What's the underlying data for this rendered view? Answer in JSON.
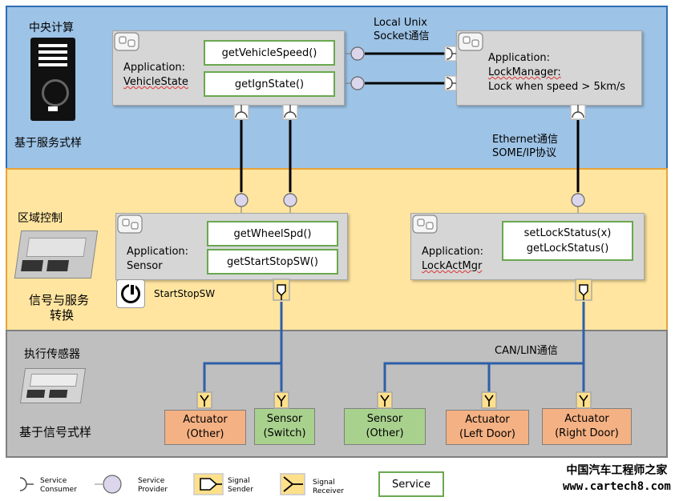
{
  "layers": {
    "central": {
      "title": "中央计算",
      "subtitle": "基于服务式样",
      "color": "#9dc3e6"
    },
    "zone": {
      "title": "区域控制",
      "subtitle_line1": "信号与服务",
      "subtitle_line2": "转换",
      "color": "#ffe5a0"
    },
    "actuator": {
      "title": "执行传感器",
      "subtitle": "基于信号式样",
      "color": "#bfbfbf"
    }
  },
  "apps": {
    "vehicle_state": {
      "line1": "Application:",
      "line2": "VehicleState",
      "services": [
        "getVehicleSpeed()",
        "getIgnState()"
      ]
    },
    "lock_manager": {
      "line1": "Application:",
      "line2": "LockManager:",
      "line3": "Lock when speed > 5km/s"
    },
    "sensor": {
      "line1": "Application:",
      "line2": "Sensor",
      "services": [
        "getWheelSpd()",
        "getStartStopSW()"
      ]
    },
    "lock_act_mgr": {
      "line1": "Application:",
      "line2": "LockActMgr",
      "services": [
        "setLockStatus(x)",
        "getLockStatus()"
      ]
    }
  },
  "labels": {
    "local_socket_line1": "Local Unix",
    "local_socket_line2": "Socket通信",
    "ethernet_line1": "Ethernet通信",
    "ethernet_line2": "SOME/IP协议",
    "can_lin": "CAN/LIN通信",
    "start_stop_sw": "StartStopSW"
  },
  "nodes": [
    {
      "line1": "Actuator",
      "line2": "(Other)",
      "kind": "actuator"
    },
    {
      "line1": "Sensor",
      "line2": "(Switch)",
      "kind": "sensor"
    },
    {
      "line1": "Sensor",
      "line2": "(Other)",
      "kind": "sensor"
    },
    {
      "line1": "Actuator",
      "line2": "(Left Door)",
      "kind": "actuator"
    },
    {
      "line1": "Actuator",
      "line2": "(Right Door)",
      "kind": "actuator"
    }
  ],
  "legend": {
    "consumer_line1": "Service",
    "consumer_line2": "Consumer",
    "provider_line1": "Service",
    "provider_line2": "Provider",
    "sender_line1": "Signal",
    "sender_line2": "Sender",
    "receiver_line1": "Signal",
    "receiver_line2": "Receiver",
    "service": "Service"
  },
  "watermark": {
    "line1": "中国汽车工程师之家",
    "line2": "www.cartech8.com"
  },
  "colors": {
    "service_border": "#6aa84f",
    "actuator_fill": "#f4b183",
    "sensor_fill": "#a9d18e",
    "wire": "#2e5fa8"
  }
}
